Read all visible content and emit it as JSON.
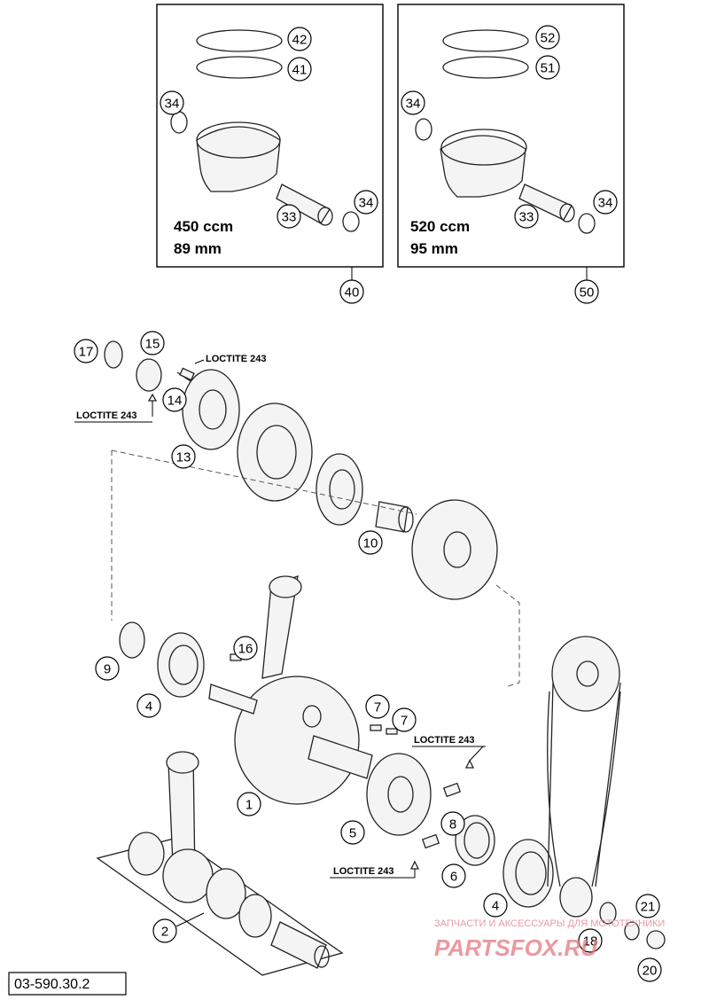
{
  "kit_450": {
    "displacement": "450 ccm",
    "bore": "89 mm",
    "kit_number": "40"
  },
  "kit_520": {
    "displacement": "520 ccm",
    "bore": "95 mm",
    "kit_number": "50"
  },
  "loctite": "LOCTITE 243",
  "part_number": "03-590.30.2",
  "watermark": {
    "line1": "ЗАПЧАСТИ И АКСЕССУАРЫ ДЛЯ МОТОТЕХНИКИ",
    "logo": "PARTSFOX.RU"
  },
  "callouts": [
    "42",
    "41",
    "34",
    "33",
    "34",
    "52",
    "51",
    "34",
    "33",
    "34",
    "17",
    "15",
    "14",
    "13",
    "10",
    "9",
    "4",
    "16",
    "1",
    "7",
    "7",
    "8",
    "5",
    "6",
    "2",
    "4",
    "18",
    "21",
    "20"
  ]
}
